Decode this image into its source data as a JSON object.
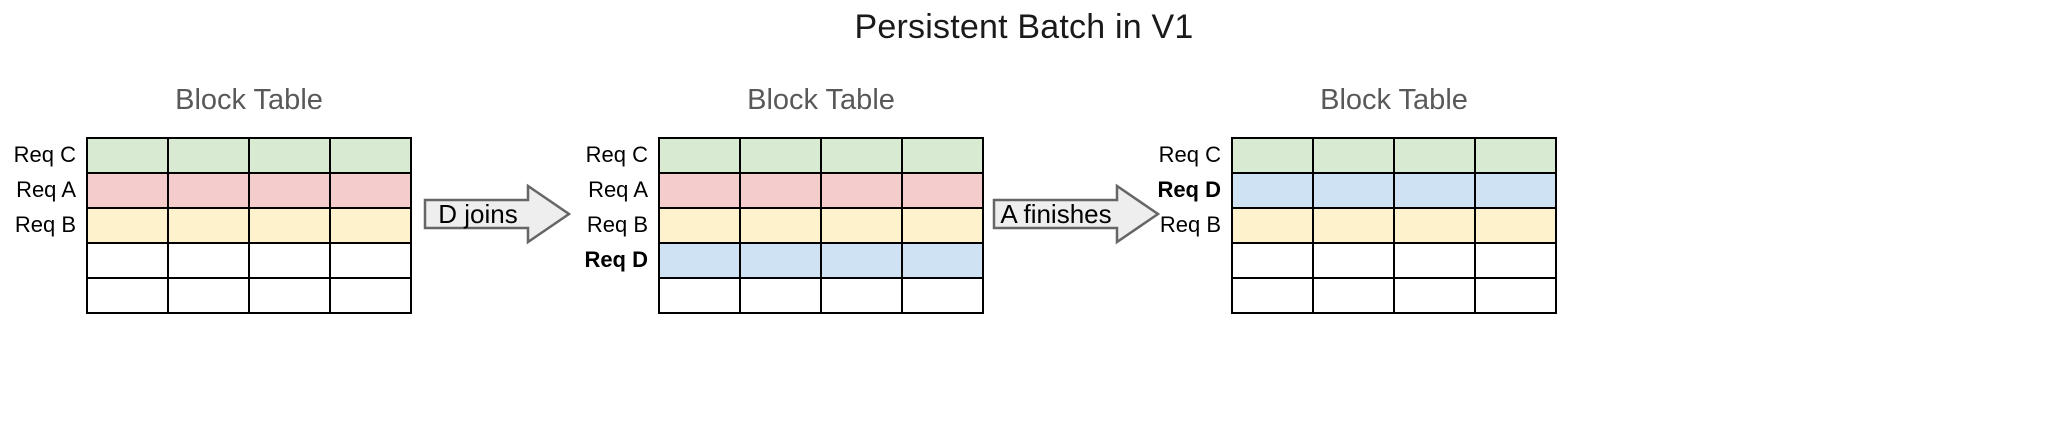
{
  "title": "Persistent Batch in V1",
  "colors": {
    "green": "#d9ead3",
    "pink": "#f4cccc",
    "yellow": "#fdf2cc",
    "blue": "#cfe2f3",
    "empty": "#ffffff",
    "border": "#000000",
    "panel_title": "#595959",
    "arrow_fill": "#eeeeee",
    "arrow_stroke": "#666666",
    "title_color": "#1a1a1a"
  },
  "grid": {
    "columns": 4,
    "rows": 5
  },
  "panels": [
    {
      "title": "Block Table",
      "rows": [
        {
          "label": "Req C",
          "color": "green",
          "bold": false,
          "empty": false
        },
        {
          "label": "Req A",
          "color": "pink",
          "bold": false,
          "empty": false
        },
        {
          "label": "Req B",
          "color": "yellow",
          "bold": false,
          "empty": false
        },
        {
          "label": "",
          "color": "empty",
          "bold": false,
          "empty": true
        },
        {
          "label": "",
          "color": "empty",
          "bold": false,
          "empty": true
        }
      ]
    },
    {
      "title": "Block Table",
      "rows": [
        {
          "label": "Req C",
          "color": "green",
          "bold": false,
          "empty": false
        },
        {
          "label": "Req A",
          "color": "pink",
          "bold": false,
          "empty": false
        },
        {
          "label": "Req B",
          "color": "yellow",
          "bold": false,
          "empty": false
        },
        {
          "label": "Req D",
          "color": "blue",
          "bold": true,
          "empty": false
        },
        {
          "label": "",
          "color": "empty",
          "bold": false,
          "empty": true
        }
      ]
    },
    {
      "title": "Block Table",
      "rows": [
        {
          "label": "Req C",
          "color": "green",
          "bold": false,
          "empty": false
        },
        {
          "label": "Req D",
          "color": "blue",
          "bold": true,
          "empty": false
        },
        {
          "label": "Req B",
          "color": "yellow",
          "bold": false,
          "empty": false
        },
        {
          "label": "",
          "color": "empty",
          "bold": false,
          "empty": true
        },
        {
          "label": "",
          "color": "empty",
          "bold": false,
          "empty": true
        }
      ]
    }
  ],
  "arrows": [
    {
      "label": "D joins"
    },
    {
      "label": "A finishes"
    }
  ]
}
